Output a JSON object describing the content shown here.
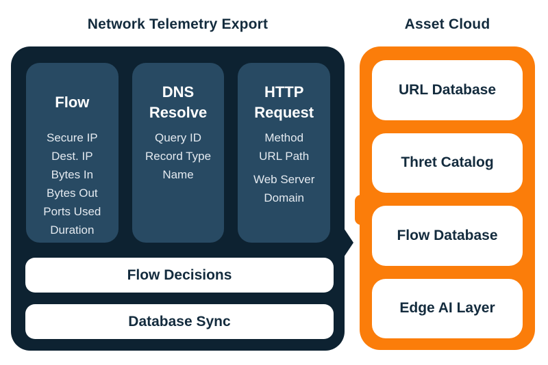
{
  "colors": {
    "background": "#ffffff",
    "panel_dark": "#0d2231",
    "column_bg": "#284a63",
    "orange": "#fb7d0a",
    "text_dark": "#132b3d",
    "text_light": "#e4eaf0"
  },
  "left_section": {
    "title": "Network Telemetry Export",
    "columns": [
      {
        "header": "Flow",
        "items": [
          "Secure IP",
          "Dest. IP",
          "Bytes In",
          "Bytes Out",
          "Ports Used",
          "Duration"
        ]
      },
      {
        "header": "DNS Resolve",
        "items": [
          "Query ID",
          "Record Type",
          "Name"
        ]
      },
      {
        "header": "HTTP Request",
        "items": [
          "Method",
          "URL Path",
          "Web Server Domain"
        ]
      }
    ],
    "bars": [
      "Flow Decisions",
      "Database Sync"
    ]
  },
  "right_section": {
    "title": "Asset Cloud",
    "boxes": [
      "URL Database",
      "Thret Catalog",
      "Flow Database",
      "Edge AI Layer"
    ]
  }
}
